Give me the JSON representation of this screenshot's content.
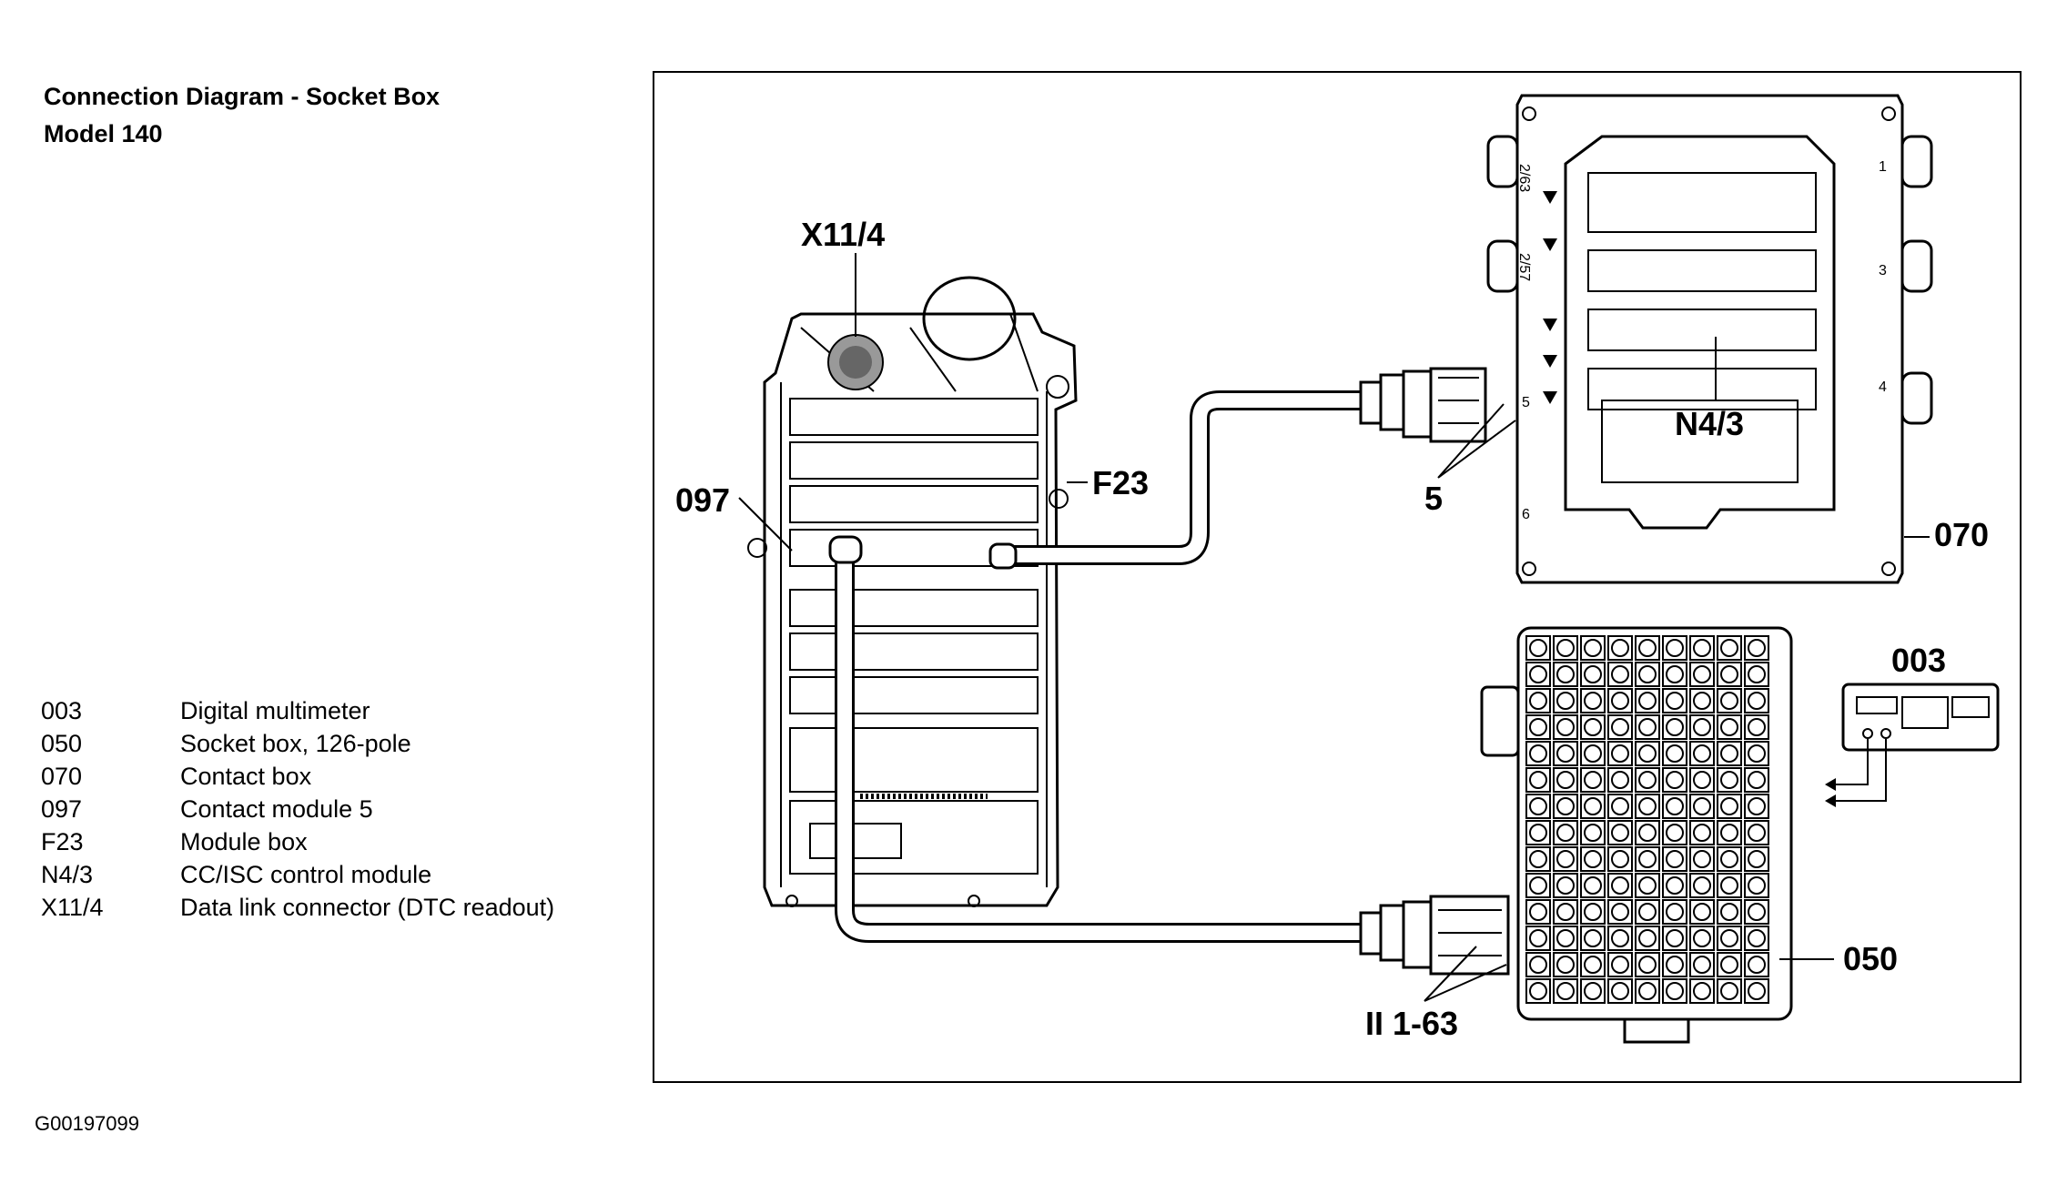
{
  "title": {
    "line1": "Connection Diagram - Socket Box",
    "line2": "Model 140"
  },
  "legend": [
    {
      "code": "003",
      "desc": "Digital multimeter"
    },
    {
      "code": "050",
      "desc": "Socket box, 126-pole"
    },
    {
      "code": "070",
      "desc": "Contact box"
    },
    {
      "code": "097",
      "desc": "Contact module 5"
    },
    {
      "code": "F23",
      "desc": "Module box"
    },
    {
      "code": "N4/3",
      "desc": "CC/ISC control module"
    },
    {
      "code": "X11/4",
      "desc": "Data link connector (DTC readout)"
    }
  ],
  "figure_id": "G00197099",
  "callouts": {
    "x11_4": "X11/4",
    "f23": "F23",
    "c097": "097",
    "c5": "5",
    "n4_3": "N4/3",
    "c070": "070",
    "c003": "003",
    "c050": "050",
    "ii_1_63": "II 1-63"
  },
  "contact_box_marks": {
    "left_top": "2/63",
    "left_mid": "2/57",
    "right_1": "1",
    "right_3": "3",
    "right_4": "4",
    "left_5": "5",
    "left_6": "6"
  }
}
